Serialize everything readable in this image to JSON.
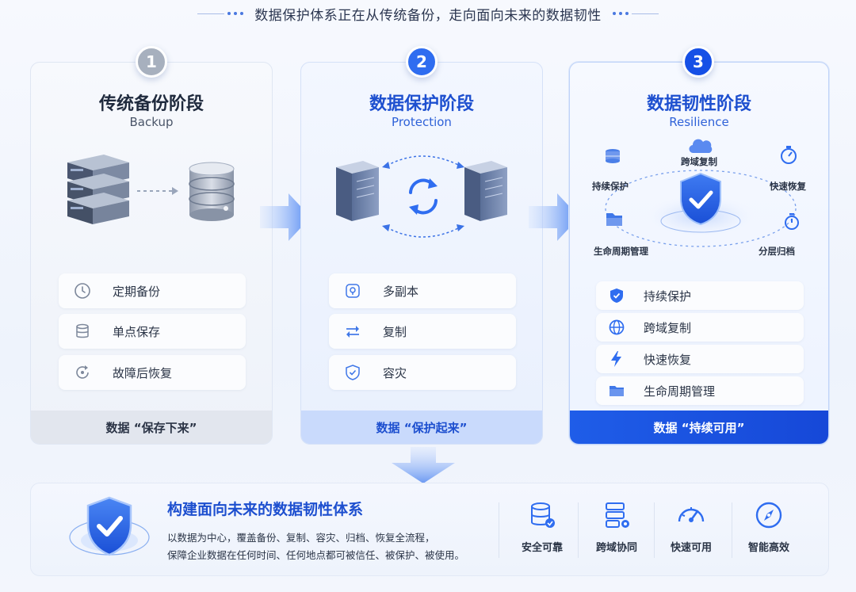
{
  "header": {
    "title": "数据保护体系正在从传统备份，走向面向未来的数据韧性"
  },
  "stages": [
    {
      "number": "1",
      "title": "传统备份阶段",
      "subtitle": "Backup",
      "items": [
        "定期备份",
        "单点保存",
        "故障后恢复"
      ],
      "footer": "数据 “保存下来”"
    },
    {
      "number": "2",
      "title": "数据保护阶段",
      "subtitle": "Protection",
      "items": [
        "多副本",
        "复制",
        "容灾"
      ],
      "footer": "数据 “保护起来”"
    },
    {
      "number": "3",
      "title": "数据韧性阶段",
      "subtitle": "Resilience",
      "orbit": [
        "跨域复制",
        "持续保护",
        "快速恢复",
        "生命周期管理",
        "分层归档"
      ],
      "items": [
        "持续保护",
        "跨域复制",
        "快速恢复",
        "生命周期管理"
      ],
      "footer": "数据 “持续可用”"
    }
  ],
  "bottom": {
    "title": "构建面向未来的数据韧性体系",
    "desc1": "以数据为中心，覆盖备份、复制、容灾、归档、恢复全流程，",
    "desc2": "保障企业数据在任何时间、任何地点都可被信任、被保护、被使用。",
    "features": [
      "安全可靠",
      "跨域协同",
      "快速可用",
      "智能高效"
    ]
  },
  "colors": {
    "accent": "#1f5de0",
    "stage1": "#9aa6b8",
    "stage2": "#2f6df0",
    "stage3": "#1650e6",
    "footer1_bg": "#e2e6ee",
    "footer2_bg": "#c9dafc",
    "footer3_bg": "#1a56e6"
  }
}
